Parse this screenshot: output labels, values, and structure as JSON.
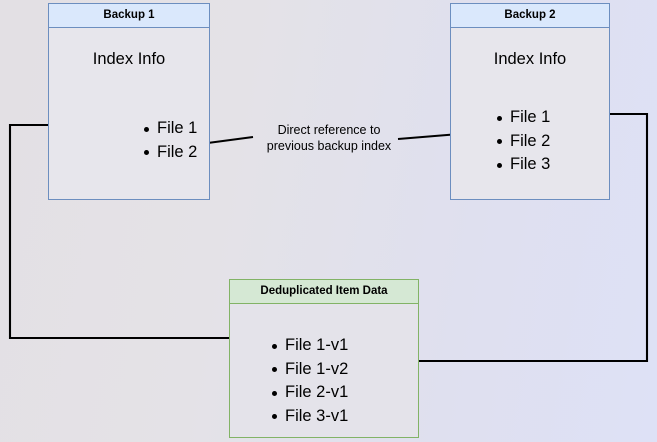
{
  "diagram": {
    "title_hidden": "Backup deduplication index reference diagram",
    "background": {
      "gradient_from": "#e3e0e4",
      "gradient_to": "#dee1f6"
    },
    "colors": {
      "blue_border": "#6c8ebf",
      "blue_header_fill": "#dae8fc",
      "green_border": "#82b366",
      "green_header_fill": "#d5e8d4",
      "node_body_fill": "#e4e3ea",
      "edge_stroke": "#000000"
    },
    "nodes": {
      "backup1": {
        "header": "Backup 1",
        "section_label": "Index Info",
        "items": [
          "File 1",
          "File 2"
        ]
      },
      "backup2": {
        "header": "Backup 2",
        "section_label": "Index Info",
        "items": [
          "File 1",
          "File 2",
          "File 3"
        ]
      },
      "dedup": {
        "header": "Deduplicated Item Data",
        "items": [
          "File 1-v1",
          "File 1-v2",
          "File 2-v1",
          "File 3-v1"
        ]
      }
    },
    "edges": {
      "direct_reference_label_line1": "Direct reference to",
      "direct_reference_label_line2": "previous backup index"
    }
  }
}
